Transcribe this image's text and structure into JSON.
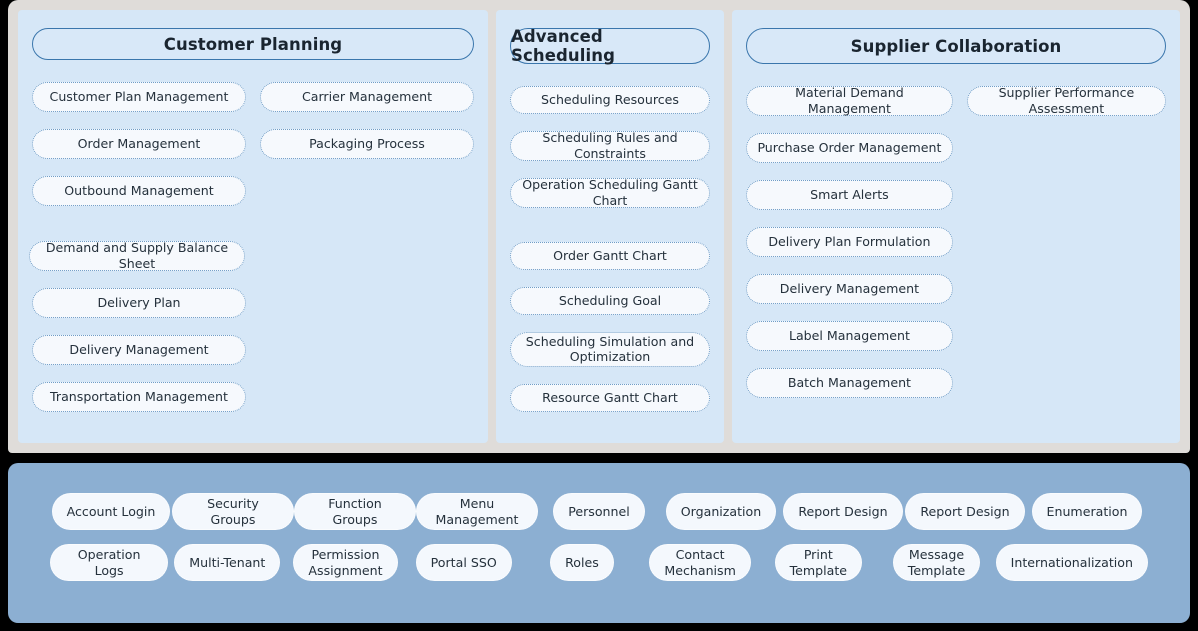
{
  "colors": {
    "page_background": "#000000",
    "frame": "#dfdcd9",
    "column_panel": "#d6e7f7",
    "header_border": "#3a76ac",
    "pill_border": "#6f9dc7",
    "pill_fill": "#f6f9fd",
    "lower_panel": "#8cafd2",
    "text": "#25313c"
  },
  "columns": [
    {
      "title": "Customer Planning",
      "left_items": [
        "Customer Plan Management",
        "Order Management",
        "Outbound Management"
      ],
      "left_items_lower": [
        "Demand and Supply Balance Sheet",
        "Delivery Plan",
        "Delivery Management",
        "Transportation Management"
      ],
      "right_items": [
        "Carrier Management",
        "Packaging Process"
      ]
    },
    {
      "title": "Advanced Scheduling",
      "items": [
        {
          "label": "Scheduling Resources",
          "two_line": false
        },
        {
          "label": "Scheduling Rules and Constraints",
          "two_line": false
        },
        {
          "label": "Operation Scheduling Gantt Chart",
          "two_line": false
        },
        {
          "label": "Order Gantt Chart",
          "two_line": false
        },
        {
          "label": "Scheduling Goal",
          "two_line": false
        },
        {
          "label": "Scheduling Simulation and Optimization",
          "two_line": true
        },
        {
          "label": "Resource Gantt Chart",
          "two_line": false
        }
      ]
    },
    {
      "title": "Supplier Collaboration",
      "left_items": [
        "Material Demand Management",
        "Purchase Order Management",
        "Smart Alerts",
        "Delivery Plan Formulation",
        "Delivery Management",
        "Label Management",
        "Batch Management"
      ],
      "right_items": [
        "Supplier Performance Assessment"
      ]
    }
  ],
  "platform": {
    "row1": [
      "Account Login",
      "Security Groups",
      "Function Groups",
      "Menu Management",
      "Personnel",
      "Organization",
      "Report Design",
      "Report Design",
      "Enumeration"
    ],
    "row2": [
      "Operation Logs",
      "Multi-Tenant",
      "Permission\nAssignment",
      "Portal SSO",
      "Roles",
      "Contact\nMechanism",
      "Print\nTemplate",
      "Message\nTemplate",
      "Internationalization"
    ]
  }
}
